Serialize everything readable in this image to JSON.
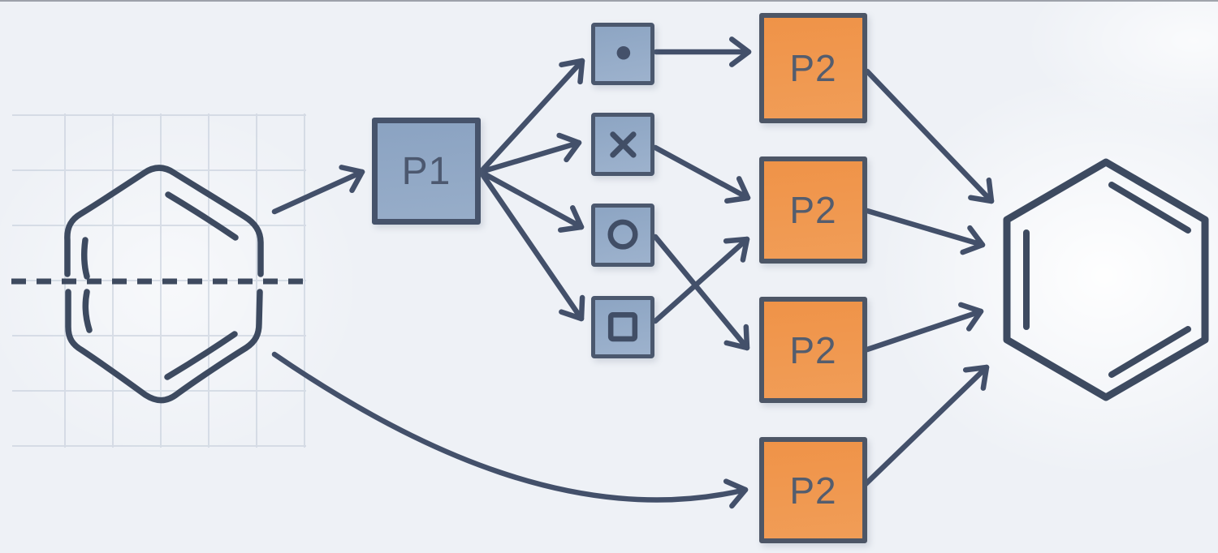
{
  "diagram": {
    "p1": {
      "label": "P1"
    },
    "p2": [
      {
        "label": "P2"
      },
      {
        "label": "P2"
      },
      {
        "label": "P2"
      },
      {
        "label": "P2"
      }
    ],
    "operations": [
      {
        "icon": "dot-icon"
      },
      {
        "icon": "cross-icon"
      },
      {
        "icon": "circle-icon"
      },
      {
        "icon": "square-icon"
      }
    ],
    "edges": [
      {
        "from": "reactant-molecule",
        "to": "node-p1"
      },
      {
        "from": "node-p1",
        "to": "node-op-dot"
      },
      {
        "from": "node-p1",
        "to": "node-op-cross"
      },
      {
        "from": "node-p1",
        "to": "node-op-circle"
      },
      {
        "from": "node-p1",
        "to": "node-op-square"
      },
      {
        "from": "node-op-dot",
        "to": "node-p2-1"
      },
      {
        "from": "node-op-cross",
        "to": "node-p2-2"
      },
      {
        "from": "node-op-circle",
        "to": "node-p2-3"
      },
      {
        "from": "node-op-square",
        "to": "node-p2-2"
      },
      {
        "from": "reactant-molecule",
        "to": "node-p2-4"
      },
      {
        "from": "node-p2-1",
        "to": "product-molecule"
      },
      {
        "from": "node-p2-2",
        "to": "product-molecule"
      },
      {
        "from": "node-p2-3",
        "to": "product-molecule"
      },
      {
        "from": "node-p2-4",
        "to": "product-molecule"
      }
    ],
    "colors": {
      "process_fill": "#8ba3c2",
      "product_fill": "#ef9348",
      "stroke_slate": "#43506a",
      "background": "#eef1f6"
    }
  }
}
